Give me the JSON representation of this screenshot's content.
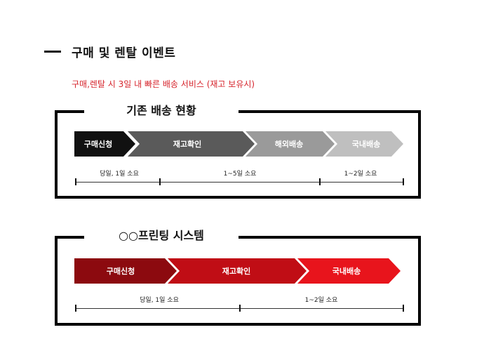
{
  "header": {
    "title": "구매 및 렌탈 이벤트",
    "subtitle": "구매,렌탈 시 3일 내 빠른 배송 서비스 (재고 보유시)"
  },
  "panels": [
    {
      "title": "기존 배송 현황",
      "steps": [
        "구매신청",
        "재고확인",
        "해외배송",
        "국내배송"
      ],
      "durations": [
        "당일, 1일 소요",
        "1~5일 소요",
        "1~2일 소요"
      ]
    },
    {
      "title": "○○프린팅 시스템",
      "steps": [
        "구매신청",
        "재고확인",
        "국내배송"
      ],
      "durations": [
        "당일, 1일 소요",
        "1~2일 소요"
      ]
    }
  ],
  "colors": {
    "accent_red": "#d6242c",
    "panel1_steps": [
      "#111111",
      "#5a5a5a",
      "#9a9a9a",
      "#bfbfbf"
    ],
    "panel2_steps": [
      "#8c0a0f",
      "#c00d15",
      "#e8141c"
    ]
  }
}
